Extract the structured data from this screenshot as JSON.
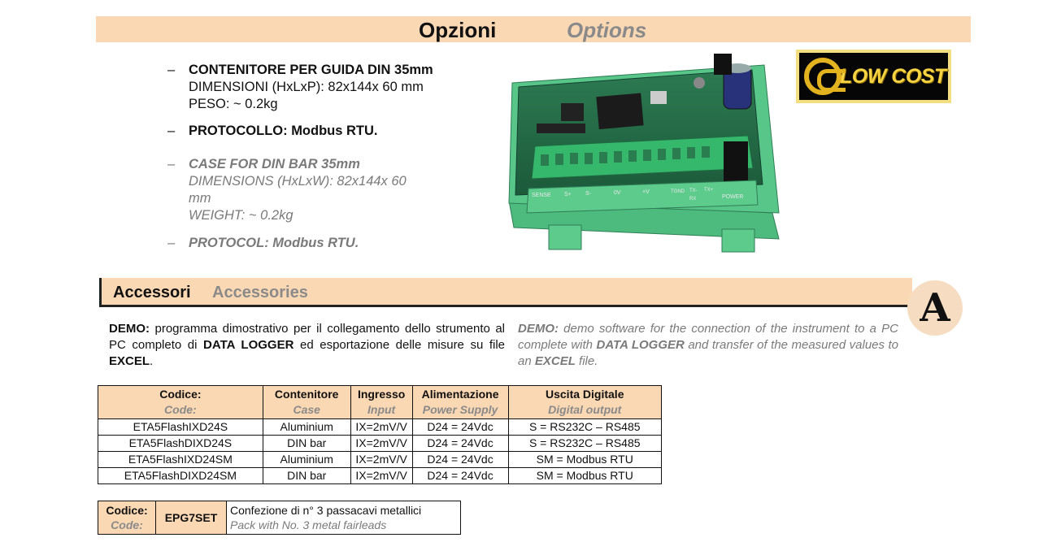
{
  "header": {
    "title_it": "Opzioni",
    "title_en": "Options"
  },
  "options_it": {
    "case_title": "CONTENITORE PER GUIDA DIN 35mm",
    "dimensions": "DIMENSIONI (HxLxP): 82x144x 60 mm",
    "weight": "PESO: ~ 0.2kg",
    "protocol": "PROTOCOLLO: Modbus RTU."
  },
  "options_en": {
    "case_title": "CASE FOR DIN BAR 35mm",
    "dimensions_1": "DIMENSIONS (HxLxW): 82x144x 60",
    "dimensions_2": "mm",
    "weight": "WEIGHT: ~ 0.2kg",
    "protocol": "PROTOCOL: Modbus RTU."
  },
  "dash": "–",
  "badge": {
    "text": "LOW COST"
  },
  "board_labels": [
    "SENSE",
    "S+",
    "S-",
    "0V",
    "+V",
    "TGND",
    "TX-",
    "TX+",
    "RX",
    "POWER"
  ],
  "accessories": {
    "title_it": "Accessori",
    "title_en": "Accessories",
    "badge_letter": "A"
  },
  "demo_it": {
    "label": "DEMO:",
    "text1": " programma dimostrativo per il collegamento dello strumento al PC completo di ",
    "bold1": "DATA LOGGER",
    "text2": " ed esportazione delle misure su file ",
    "bold2": "EXCEL",
    "text3": "."
  },
  "demo_en": {
    "label": "DEMO:",
    "text1": " demo software for the connection of the instrument to a PC complete with ",
    "bold1": "DATA LOGGER",
    "text2": " and transfer of the measured values to an ",
    "bold2": "EXCEL",
    "text3": " file."
  },
  "table": {
    "headers": [
      {
        "it": "Codice:",
        "en": "Code:"
      },
      {
        "it": "Contenitore",
        "en": "Case"
      },
      {
        "it": "Ingresso",
        "en": "Input"
      },
      {
        "it": "Alimentazione",
        "en": "Power Supply"
      },
      {
        "it": "Uscita Digitale",
        "en": "Digital output"
      }
    ],
    "rows": [
      [
        "ETA5FlashIXD24S",
        "Aluminium",
        "IX=2mV/V",
        "D24 = 24Vdc",
        "S = RS232C – RS485"
      ],
      [
        "ETA5FlashDIXD24S",
        "DIN bar",
        "IX=2mV/V",
        "D24 = 24Vdc",
        "S = RS232C – RS485"
      ],
      [
        "ETA5FlashIXD24SM",
        "Aluminium",
        "IX=2mV/V",
        "D24 = 24Vdc",
        "SM = Modbus RTU"
      ],
      [
        "ETA5FlashDIXD24SM",
        "DIN bar",
        "IX=2mV/V",
        "D24 = 24Vdc",
        "SM = Modbus RTU"
      ]
    ]
  },
  "accessory_table": {
    "head_it": "Codice:",
    "head_en": "Code:",
    "code": "EPG7SET",
    "desc_it": "Confezione di n° 3 passacavi metallici",
    "desc_en": "Pack with No. 3 metal fairleads"
  }
}
